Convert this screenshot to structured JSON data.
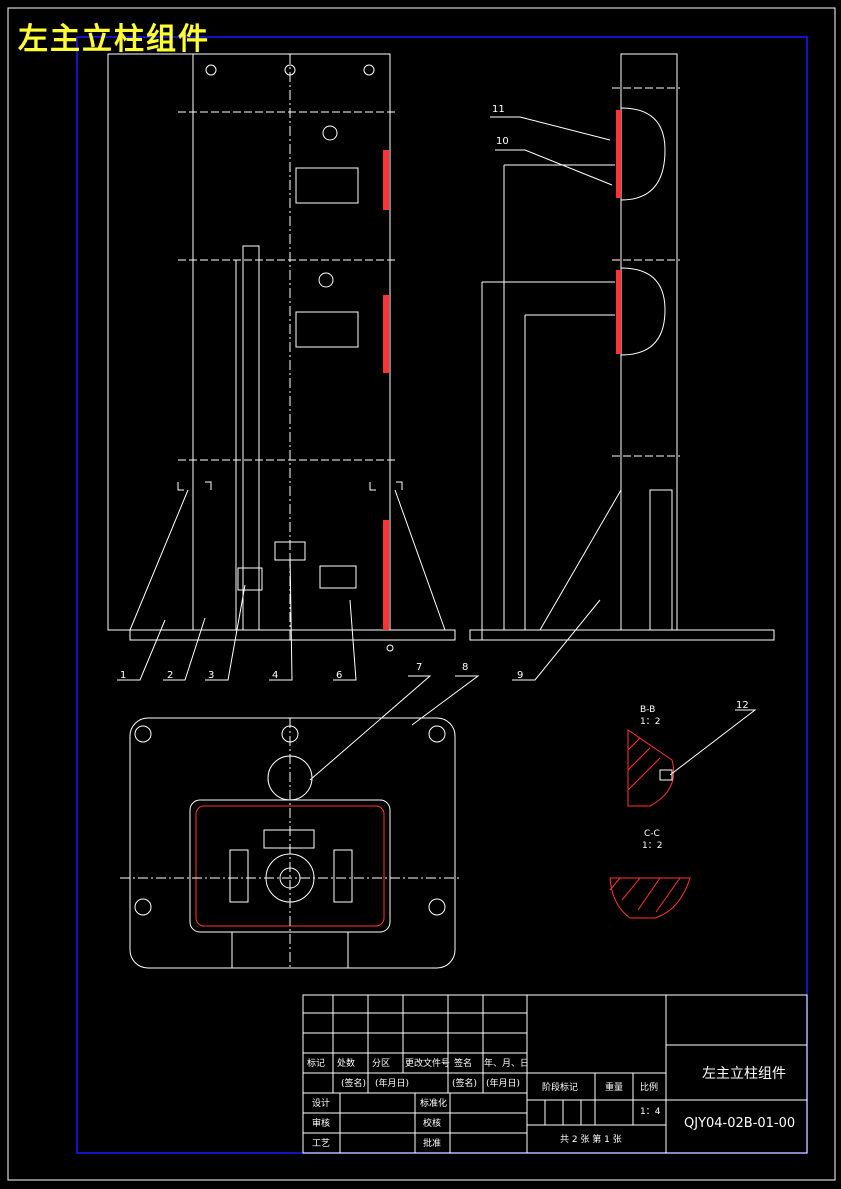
{
  "drawing": {
    "big_title": "左主立柱组件",
    "colors": {
      "background": "#000000",
      "line": "#ffffff",
      "border": "#1a1aff",
      "title_text": "#ffff33",
      "hatch": "#ff3333"
    }
  },
  "balloons": [
    "1",
    "2",
    "3",
    "4",
    "6",
    "7",
    "8",
    "9",
    "10",
    "11",
    "12"
  ],
  "sections": {
    "bb": {
      "label": "B-B",
      "scale": "1：2"
    },
    "cc": {
      "label": "C-C",
      "scale": "1：2"
    }
  },
  "title_block": {
    "revision_headers": [
      "标记",
      "处数",
      "分区",
      "更改文件号",
      "签名",
      "年、月、日"
    ],
    "sign_row": [
      "(签名)",
      "(年月日)",
      "(签名)",
      "(年月日)"
    ],
    "roles": [
      "设计",
      "审核",
      "工艺"
    ],
    "roles_mid": [
      "标准化",
      "校核",
      "批准"
    ],
    "stage_label": "阶段标记",
    "weight_label": "重量",
    "scale_label": "比例",
    "scale_value": "1：4",
    "sheets": "共 2 张  第 1 张",
    "part_name": "左主立柱组件",
    "drawing_number": "QJY04-02B-01-00"
  }
}
